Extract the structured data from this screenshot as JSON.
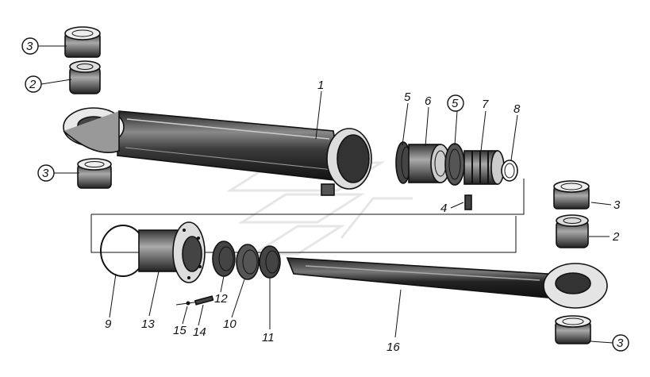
{
  "labels": {
    "l1": "1",
    "l2a": "2",
    "l2b": "2",
    "l3a": "3",
    "l3b": "3",
    "l3c": "3",
    "l3d": "3",
    "l4": "4",
    "l5a": "5",
    "l5b": "5",
    "l6": "6",
    "l7": "7",
    "l8": "8",
    "l9": "9",
    "l10": "10",
    "l11": "11",
    "l12": "12",
    "l13": "13",
    "l14": "14",
    "l15": "15",
    "l16": "16"
  }
}
